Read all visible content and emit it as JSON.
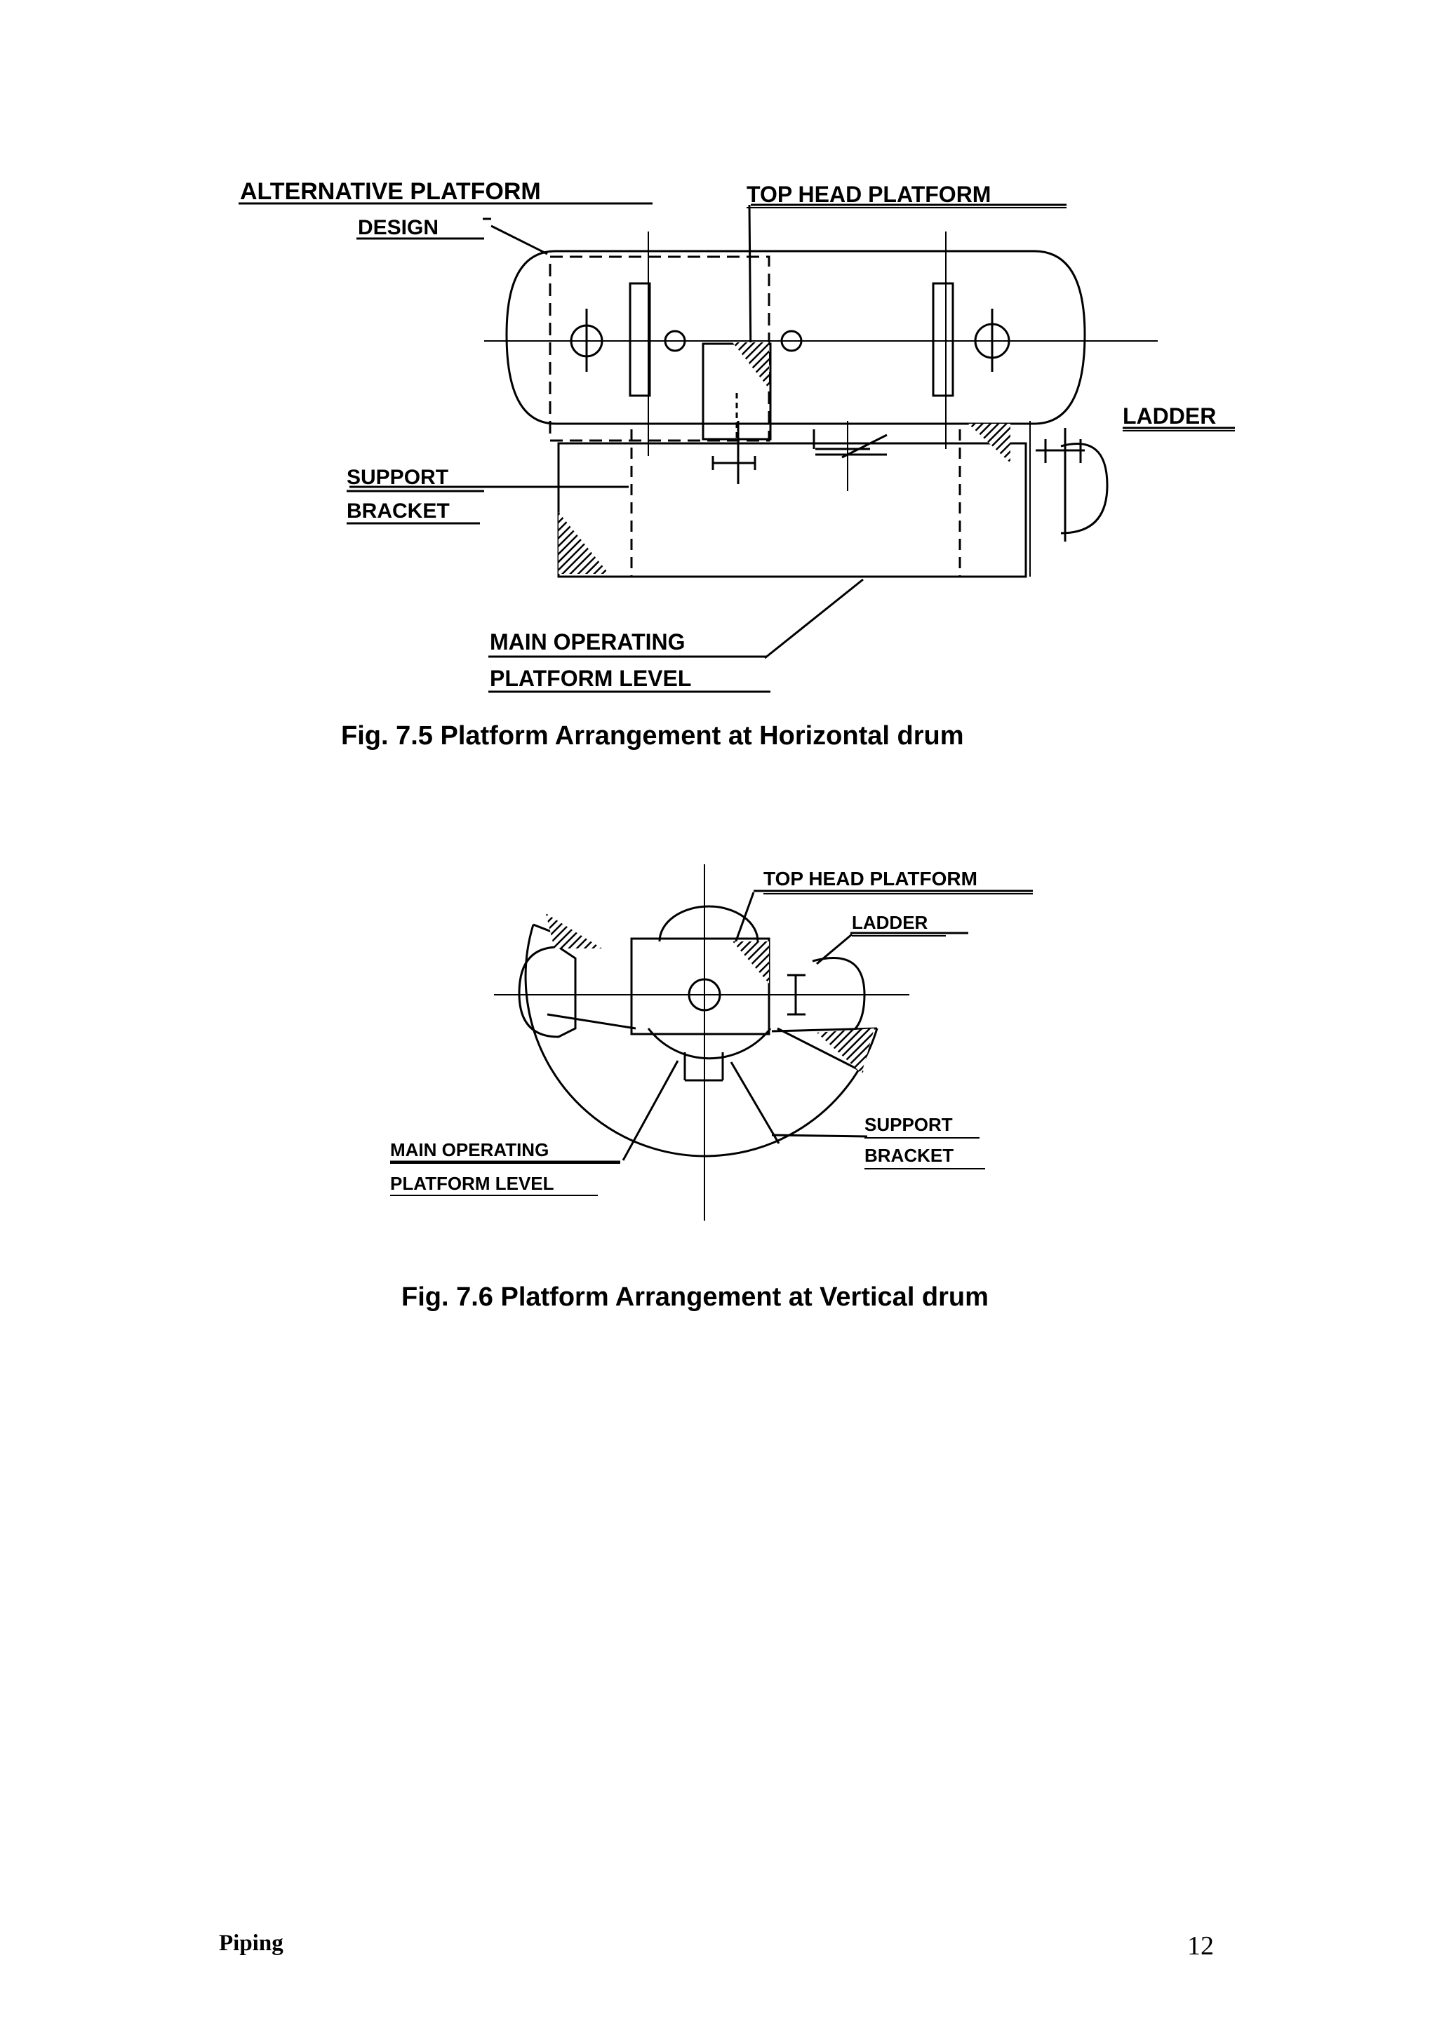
{
  "figure1": {
    "labels": {
      "alternative_line1": "ALTERNATIVE PLATFORM",
      "alternative_line2": "DESIGN",
      "top_head": "TOP HEAD PLATFORM",
      "ladder": "LADDER",
      "support_line1": "SUPPORT",
      "support_line2": "BRACKET",
      "main_line1": "MAIN OPERATING",
      "main_line2": "PLATFORM LEVEL"
    },
    "caption": "Fig. 7.5 Platform Arrangement at Horizontal drum"
  },
  "figure2": {
    "labels": {
      "top_head": "TOP HEAD PLATFORM",
      "ladder": "LADDER",
      "main_line1": "MAIN OPERATING",
      "main_line2": "PLATFORM LEVEL",
      "support_line1": "SUPPORT",
      "support_line2": "BRACKET"
    },
    "caption": "Fig. 7.6 Platform Arrangement at Vertical drum"
  },
  "footer": {
    "left": "Piping",
    "page_number": "12"
  }
}
